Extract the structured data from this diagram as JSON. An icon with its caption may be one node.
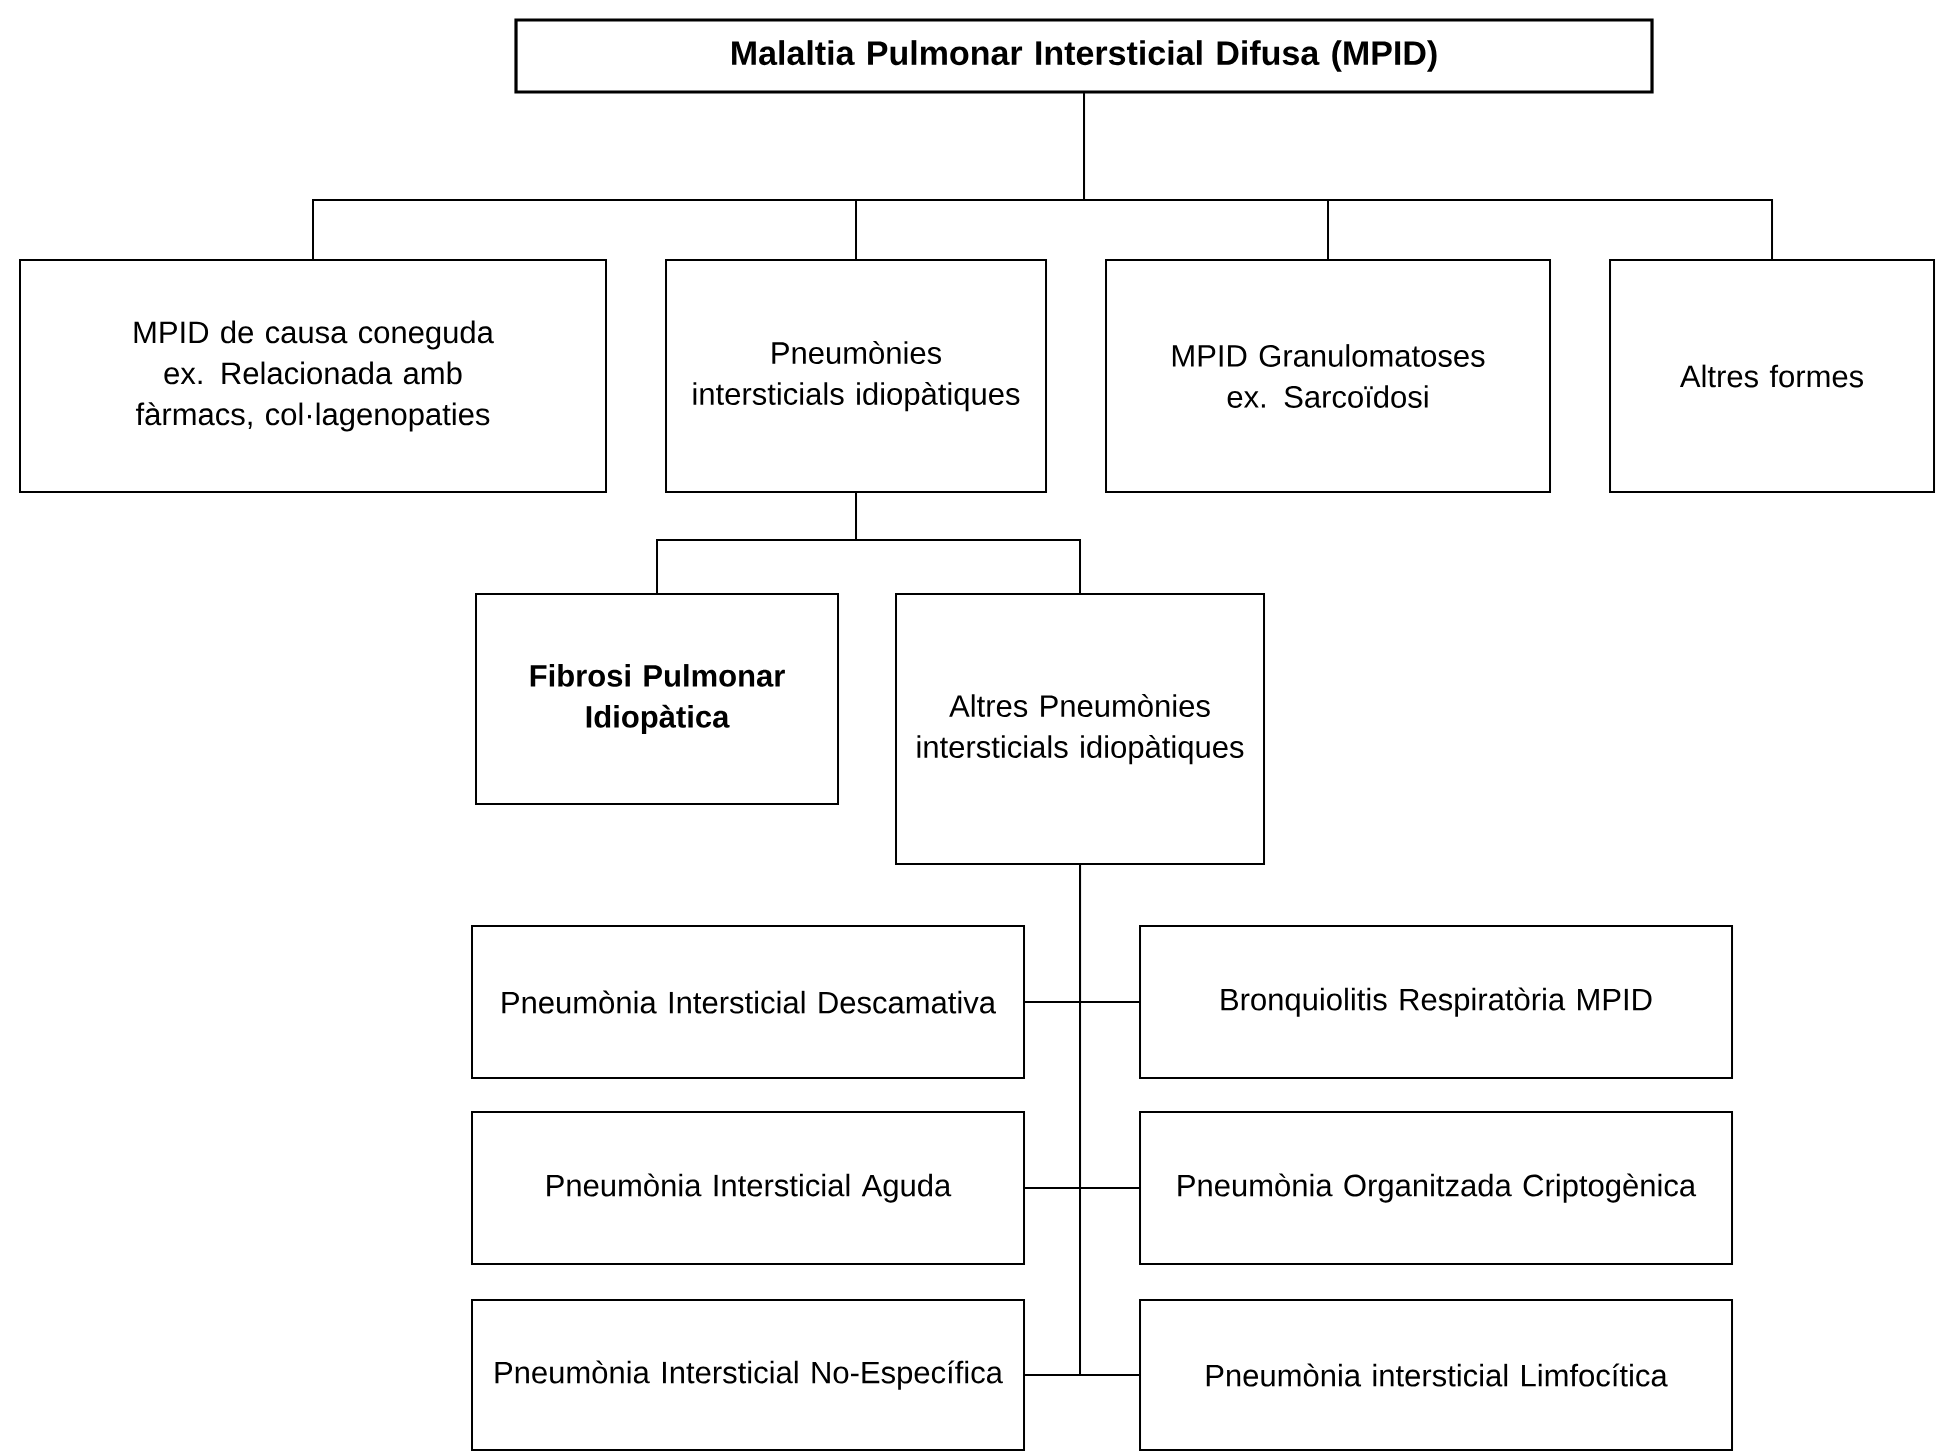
{
  "diagram": {
    "nodes": [
      {
        "text": [
          "Malaltia Pulmonar Intersticial Difusa (MPID)"
        ]
      },
      {
        "text": [
          "MPID de causa coneguda ex. Relacionada amb fàrmacs, col·lagenopaties"
        ]
      },
      {
        "text": [
          "Pneumònies intersticials idiopàtiques"
        ]
      },
      {
        "text": [
          "MPID Granulomatoses ex. Sarcoïdosi"
        ]
      },
      {
        "text": [
          "Altres formes"
        ]
      },
      {
        "text": [
          "Fibrosi Pulmonar Idiopàtica"
        ]
      },
      {
        "text": [
          "Altres Pneumònies intersticials idiopàtiques"
        ]
      },
      {
        "text": [
          "Pneumònia Intersticial Descamativa"
        ]
      },
      {
        "text": [
          "Bronquiolitis Respiratòria MPID"
        ]
      },
      {
        "text": [
          "Pneumònia Intersticial Aguda"
        ]
      },
      {
        "text": [
          "Pneumònia Organitzada Criptogènica"
        ]
      },
      {
        "text": [
          "Pneumònia Intersticial No-Específica"
        ]
      },
      {
        "text": [
          "Pneumònia intersticial Limfocítica"
        ]
      }
    ],
    "edges": [
      {
        "from": 0,
        "to": 1,
        "arrow": "none"
      },
      {
        "from": 0,
        "to": 2,
        "arrow": "none"
      },
      {
        "from": 0,
        "to": 3,
        "arrow": "none"
      },
      {
        "from": 0,
        "to": 4,
        "arrow": "none"
      },
      {
        "from": 2,
        "to": 5,
        "arrow": "none"
      },
      {
        "from": 2,
        "to": 6,
        "arrow": "none"
      },
      {
        "from": 6,
        "to": 7,
        "arrow": "none"
      },
      {
        "from": 6,
        "to": 8,
        "arrow": "none"
      },
      {
        "from": 6,
        "to": 9,
        "arrow": "none"
      },
      {
        "from": 6,
        "to": 10,
        "arrow": "none"
      },
      {
        "from": 6,
        "to": 11,
        "arrow": "none"
      },
      {
        "from": 6,
        "to": 12,
        "arrow": "none"
      }
    ]
  }
}
